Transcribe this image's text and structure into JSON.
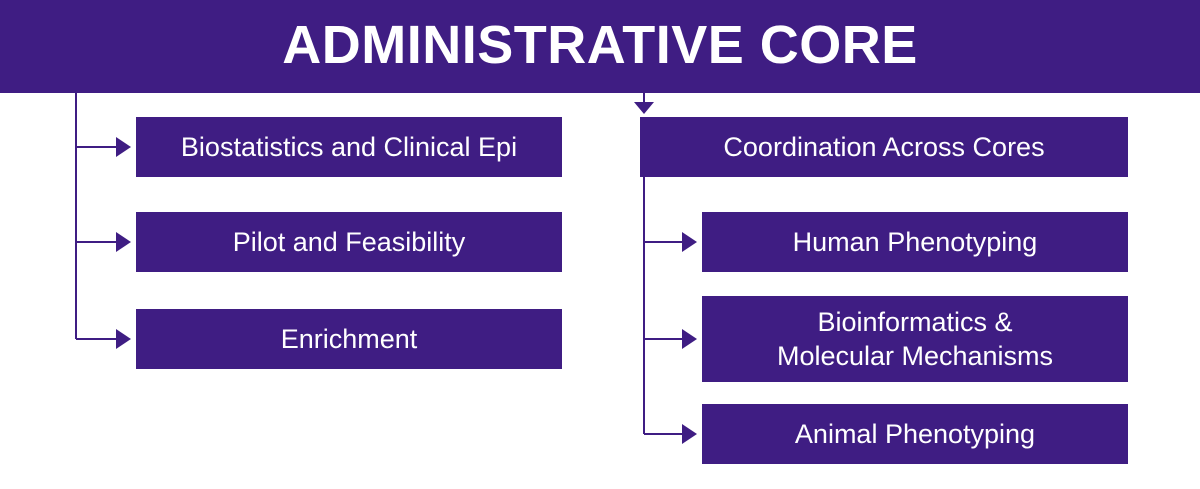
{
  "colors": {
    "primary": "#3f1d83",
    "background": "#ffffff",
    "text": "#ffffff"
  },
  "header": {
    "title": "ADMINISTRATIVE CORE"
  },
  "left_column": {
    "items": [
      {
        "label": "Biostatistics and Clinical Epi"
      },
      {
        "label": "Pilot and Feasibility"
      },
      {
        "label": "Enrichment"
      }
    ]
  },
  "right_column": {
    "parent": {
      "label": "Coordination Across Cores"
    },
    "children": [
      {
        "label": "Human Phenotyping"
      },
      {
        "label_line1": "Bioinformatics &",
        "label_line2": "Molecular Mechanisms"
      },
      {
        "label": "Animal Phenotyping"
      }
    ]
  }
}
